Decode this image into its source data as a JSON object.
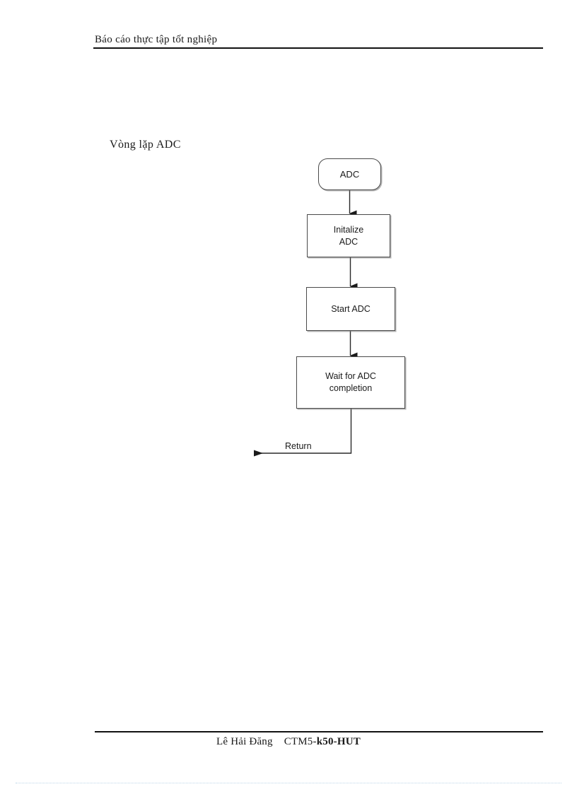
{
  "document": {
    "header": {
      "title": "Báo cáo thực tập tốt nghiệp"
    },
    "footer": {
      "author": "Lê Hải Đăng",
      "class_prefix": "CTM5-",
      "class_bold": "k50-HUT"
    }
  },
  "caption": {
    "text": "Vòng lặp ADC"
  },
  "flowchart": {
    "title": "Vòng lặp ADC",
    "nodes": [
      {
        "id": "adc",
        "label": "ADC",
        "shape": "terminal"
      },
      {
        "id": "init",
        "label": "Initalize\nADC",
        "line1": "Initalize",
        "line2": "ADC",
        "shape": "process"
      },
      {
        "id": "start",
        "label": "Start ADC",
        "shape": "process"
      },
      {
        "id": "wait",
        "label": "Wait for ADC\ncompletion",
        "line1": "Wait for ADC",
        "line2": "completion",
        "shape": "process"
      }
    ],
    "edges": [
      {
        "from": "adc",
        "to": "init",
        "label": ""
      },
      {
        "from": "init",
        "to": "start",
        "label": ""
      },
      {
        "from": "start",
        "to": "wait",
        "label": ""
      },
      {
        "from": "wait",
        "to": "exit",
        "label": "Return"
      }
    ],
    "return_label": "Return",
    "colors": {
      "stroke": "#4a4a4a",
      "shadow": "#787878",
      "text": "#1a1a1a",
      "rule": "#111111",
      "background": "#ffffff"
    }
  }
}
